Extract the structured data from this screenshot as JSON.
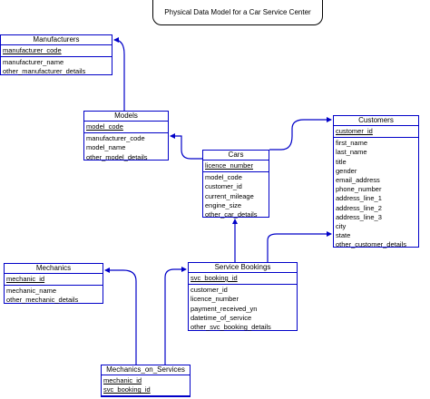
{
  "title": "Physical Data Model for a Car Service Center",
  "entities": {
    "manufacturers": {
      "name": "Manufacturers",
      "keys": [
        "manufacturer_code"
      ],
      "attrs": [
        "manufacturer_name",
        "other_manufacturer_details"
      ]
    },
    "models": {
      "name": "Models",
      "keys": [
        "model_code"
      ],
      "attrs": [
        "manufacturer_code",
        "model_name",
        "other_model_details"
      ]
    },
    "cars": {
      "name": "Cars",
      "keys": [
        "licence_number"
      ],
      "attrs": [
        "model_code",
        "customer_id",
        "current_mileage",
        "engine_size",
        "other_car_details"
      ]
    },
    "customers": {
      "name": "Customers",
      "keys": [
        "customer_id"
      ],
      "attrs": [
        "first_name",
        "last_name",
        "title",
        "gender",
        "email_address",
        "phone_number",
        "address_line_1",
        "address_line_2",
        "address_line_3",
        "city",
        "state",
        "other_customer_details"
      ]
    },
    "mechanics": {
      "name": "Mechanics",
      "keys": [
        "mechanic_id"
      ],
      "attrs": [
        "mechanic_name",
        "other_mechanic_details"
      ]
    },
    "service_bookings": {
      "name": "Service Bookings",
      "keys": [
        "svc_booking_id"
      ],
      "attrs": [
        "customer_id",
        "licence_number",
        "payment_received_yn",
        "datetime_of_service",
        "other_svc_booking_details"
      ]
    },
    "mechanics_on_services": {
      "name": "Mechanics_on_Services",
      "keys": [
        "mechanic_id",
        "svc_booking_id"
      ],
      "attrs": []
    }
  },
  "colors": {
    "line": "#0000c8",
    "text": "#000000"
  }
}
